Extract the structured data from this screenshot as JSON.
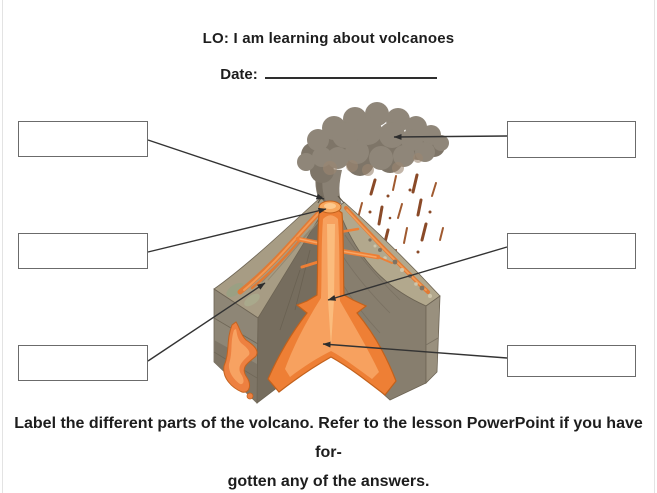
{
  "header": {
    "learning_objective": "LO: I am learning about volcanoes",
    "date_label": "Date:",
    "date_value": ""
  },
  "instructions": {
    "line1": "Label the different parts of the volcano. Refer to the lesson PowerPoint if you have for-",
    "line2": "gotten any of the answers."
  },
  "diagram": {
    "type": "volcano-cross-section-labeling",
    "label_boxes": [
      {
        "id": "top-left",
        "value": "",
        "arrow_target": "crater"
      },
      {
        "id": "middle-left",
        "value": "",
        "arrow_target": "vent"
      },
      {
        "id": "bottom-left",
        "value": "",
        "arrow_target": "lava-flow-on-flank"
      },
      {
        "id": "top-right",
        "value": "",
        "arrow_target": "ash-cloud"
      },
      {
        "id": "middle-right",
        "value": "",
        "arrow_target": "conduit"
      },
      {
        "id": "bottom-right",
        "value": "",
        "arrow_target": "magma-chamber"
      }
    ],
    "colors": {
      "lava_orange": "#ee7f35",
      "lava_light": "#f7a564",
      "rock_gray": "#8e8676",
      "rock_khaki": "#b2a88d",
      "ash_cloud_gray": "#8f8679",
      "connector_line": "#333333",
      "box_border": "#6b6b6b"
    }
  }
}
